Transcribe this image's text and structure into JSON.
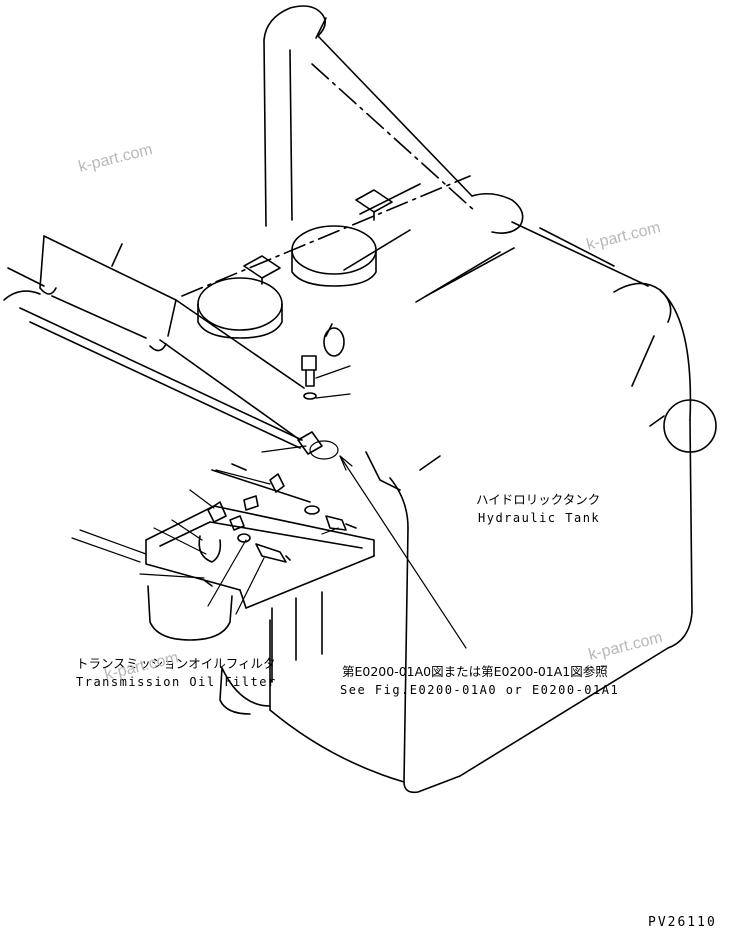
{
  "labels": {
    "tank_jp": "ハイドロリックタンク",
    "tank_en": "Hydraulic Tank",
    "filter_jp": "トランスミッションオイルフィルタ",
    "filter_en": "Transmission Oil Filter",
    "ref_jp": "第E0200-01A0図または第E0200-01A1図参照",
    "ref_en": "See Fig.E0200-01A0 or E0200-01A1"
  },
  "watermarks": [
    "k-part.com",
    "k-part.com",
    "k-part.com",
    "k-part.com"
  ],
  "drawing_code": "PV26110",
  "colors": {
    "line": "#000000",
    "watermark": "#b8b8b8",
    "background": "#ffffff"
  }
}
